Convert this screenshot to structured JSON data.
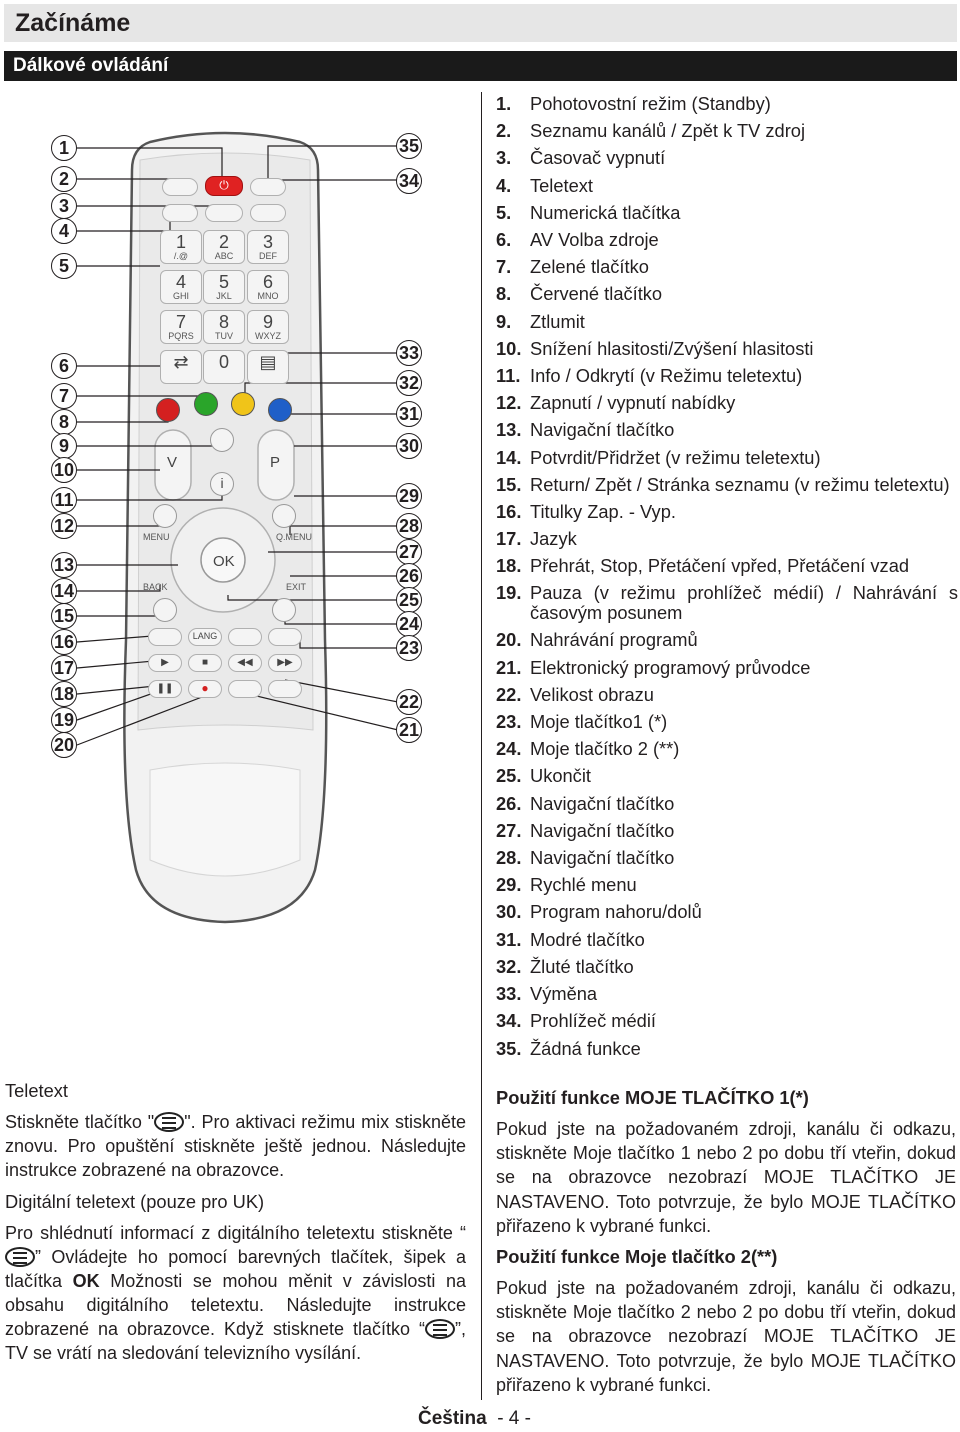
{
  "page": {
    "title": "Začínáme",
    "section": "Dálkové ovládání",
    "footer_lang": "Čeština",
    "footer_page": "- 4 -"
  },
  "remote": {
    "callouts_left": [
      "1",
      "2",
      "3",
      "4",
      "5",
      "6",
      "7",
      "8",
      "9",
      "10",
      "11",
      "12",
      "13",
      "14",
      "15",
      "16",
      "17",
      "18",
      "19",
      "20"
    ],
    "callouts_right": [
      "35",
      "34",
      "33",
      "32",
      "31",
      "30",
      "29",
      "28",
      "27",
      "26",
      "25",
      "24",
      "23",
      "22",
      "21"
    ],
    "keys": [
      {
        "digit": "1",
        "sub": "/.@"
      },
      {
        "digit": "2",
        "sub": "ABC"
      },
      {
        "digit": "3",
        "sub": "DEF"
      },
      {
        "digit": "4",
        "sub": "GHI"
      },
      {
        "digit": "5",
        "sub": "JKL"
      },
      {
        "digit": "6",
        "sub": "MNO"
      },
      {
        "digit": "7",
        "sub": "PQRS"
      },
      {
        "digit": "8",
        "sub": "TUV"
      },
      {
        "digit": "9",
        "sub": "WXYZ"
      },
      {
        "digit": "0",
        "sub": ""
      }
    ],
    "labels": {
      "vol": "V",
      "prog": "P",
      "info": "i",
      "ok": "OK",
      "menu": "MENU",
      "qmenu": "Q.MENU",
      "back": "BACK",
      "exit": "EXIT",
      "lang": "LANG"
    },
    "colors": {
      "red": "#d42020",
      "green": "#2aa52a",
      "yellow": "#f0c419",
      "blue": "#1f5fc8",
      "standby": "#e02222"
    }
  },
  "list": [
    {
      "n": "1.",
      "t": "Pohotovostní režim (Standby)"
    },
    {
      "n": "2.",
      "t": "Seznamu kanálů / Zpět k TV zdroj"
    },
    {
      "n": "3.",
      "t": "Časovač vypnutí"
    },
    {
      "n": "4.",
      "t": "Teletext"
    },
    {
      "n": "5.",
      "t": "Numerická tlačítka"
    },
    {
      "n": "6.",
      "t": "AV Volba zdroje"
    },
    {
      "n": "7.",
      "t": "Zelené tlačítko"
    },
    {
      "n": "8.",
      "t": "Červené tlačítko"
    },
    {
      "n": "9.",
      "t": "Ztlumit"
    },
    {
      "n": "10.",
      "t": "Snížení hlasitosti/Zvýšení hlasitosti"
    },
    {
      "n": "11.",
      "t": "Info / Odkrytí (v Režimu teletextu)"
    },
    {
      "n": "12.",
      "t": "Zapnutí / vypnutí nabídky"
    },
    {
      "n": "13.",
      "t": "Navigační tlačítko"
    },
    {
      "n": "14.",
      "t": "Potvrdit/Přidržet (v režimu teletextu)"
    },
    {
      "n": "15.",
      "t": "Return/ Zpět / Stránka seznamu (v režimu teletextu)"
    },
    {
      "n": "16.",
      "t": "Titulky Zap. - Vyp."
    },
    {
      "n": "17.",
      "t": "Jazyk"
    },
    {
      "n": "18.",
      "t": "Přehrát, Stop, Přetáčení vpřed, Přetáčení vzad"
    },
    {
      "n": "19.",
      "t": "Pauza (v režimu prohlížeč médií) / Nahrávání s časovým posunem"
    },
    {
      "n": "20.",
      "t": "Nahrávání programů"
    },
    {
      "n": "21.",
      "t": "Elektronický programový průvodce"
    },
    {
      "n": "22.",
      "t": "Velikost obrazu"
    },
    {
      "n": "23.",
      "t": "Moje tlačítko1 (*)"
    },
    {
      "n": "24.",
      "t": "Moje tlačítko 2 (**)"
    },
    {
      "n": "25.",
      "t": "Ukončit"
    },
    {
      "n": "26.",
      "t": "Navigační tlačítko"
    },
    {
      "n": "27.",
      "t": "Navigační tlačítko"
    },
    {
      "n": "28.",
      "t": "Navigační tlačítko"
    },
    {
      "n": "29.",
      "t": "Rychlé menu"
    },
    {
      "n": "30.",
      "t": "Program nahoru/dolů"
    },
    {
      "n": "31.",
      "t": "Modré tlačítko"
    },
    {
      "n": "32.",
      "t": "Žluté tlačítko"
    },
    {
      "n": "33.",
      "t": "Výměna"
    },
    {
      "n": "34.",
      "t": "Prohlížeč médií"
    },
    {
      "n": "35.",
      "t": "Žádná funkce"
    }
  ],
  "my_button_1": {
    "heading": "Použití funkce MOJE TLAČÍTKO 1(*)",
    "body": "Pokud jste na požadovaném zdroji, kanálu či odkazu, stiskněte Moje tlačítko 1 nebo 2 po dobu tří vteřin, dokud se na obrazovce nezobrazí MOJE TLAČÍTKO JE NASTAVENO. Toto potvrzuje, že bylo MOJE TLAČÍTKO přiřazeno k vybrané funkci."
  },
  "my_button_2": {
    "heading": "Použití funkce Moje tlačítko 2(**)",
    "body": "Pokud jste na požadovaném zdroji, kanálu či odkazu, stiskněte Moje tlačítko 2 nebo 2 po dobu tří vteřin, dokud se na obrazovce nezobrazí MOJE TLAČÍTKO JE NASTAVENO. Toto potvrzuje, že bylo MOJE TLAČÍTKO přiřazeno k vybrané funkci."
  },
  "teletext": {
    "heading": "Teletext",
    "p1_a": "Stiskněte tlačítko \"",
    "p1_b": "\". Pro aktivaci režimu mix stiskněte znovu. Pro opuštění stiskněte ještě jednou. Následujte instrukce zobrazené na obrazovce.",
    "digital_heading": "Digitální teletext (pouze pro UK)",
    "p2_a": "Pro shlédnutí informací z digitálního teletextu stiskněte “",
    "p2_b": "” Ovládejte ho pomocí barevných tlačítek, šipek a tlačítka ",
    "p2_ok": "OK",
    "p2_c": " Možnosti se mohou měnit v závislosti na obsahu digitálního teletextu. Následujte instrukce zobrazené na obrazovce. Když stisknete tlačítko “",
    "p2_d": "”, TV se vrátí na sledování televizního vysílání."
  }
}
